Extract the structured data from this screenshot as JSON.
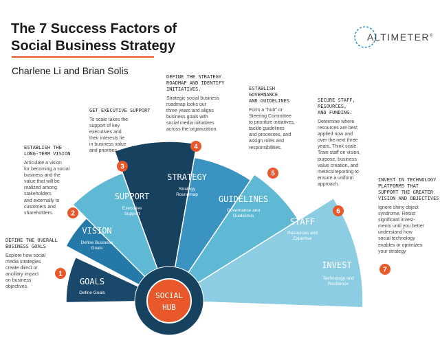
{
  "header": {
    "title_lines": [
      "The 7 Success Factors of",
      "Social Business Strategy"
    ],
    "authors": "Charlene Li and Brian Solis",
    "logo_text": "ALTIMETER",
    "logo_reg": "®"
  },
  "colors": {
    "accent": "#e8582a",
    "hub": "#e8582a",
    "navy": "#19486b",
    "ocean": "#2479a8",
    "light": "#5fb8d4",
    "dark": "#16415f",
    "medium": "#3b93c2",
    "sky": "#8ccde3"
  },
  "hub": {
    "lines": [
      "SOCIAL",
      "HUB"
    ]
  },
  "factors": [
    {
      "number": "1",
      "title": "GOALS",
      "subtitle": [
        "Define Goals"
      ],
      "note_heading": [
        "DEFINE THE OVERALL",
        "BUSINESS GOALS"
      ],
      "note_body": [
        "Explore how social",
        "media strategies",
        "create direct or",
        "ancillary impact",
        "on business",
        "objectives."
      ]
    },
    {
      "number": "2",
      "title": "VISION",
      "subtitle": [
        "Define Business",
        "Goals"
      ],
      "note_heading": [
        "ESTABLISH THE",
        "LONG-TERM VISION"
      ],
      "note_body": [
        "Articulate a vision",
        "for becoming a social",
        "business and the",
        "value that will be",
        "realized among",
        "stakeholders",
        "and externally to",
        "customers and",
        "shareholders."
      ]
    },
    {
      "number": "3",
      "title": "SUPPORT",
      "subtitle": [
        "Executive",
        "Support"
      ],
      "note_heading": [
        "GET EXECUTIVE SUPPORT"
      ],
      "note_body": [
        "To scale takes the",
        "support of key",
        "executives and",
        "their interests lie",
        "in business value",
        "and priorities."
      ]
    },
    {
      "number": "4",
      "title": "STRATEGY",
      "subtitle": [
        "Strategy",
        "Roundmap"
      ],
      "note_heading": [
        "DEFINE THE STRATEGY",
        "ROADMAP AND IDENTIFY",
        "INITIATIVES."
      ],
      "note_body": [
        "Strategic social business",
        "roadmap looks out",
        "three years and aligns",
        "business goals with",
        "social media initiatives",
        "across the organization."
      ]
    },
    {
      "number": "5",
      "title": "GUIDELINES",
      "subtitle": [
        "Governance and",
        "Guidelines"
      ],
      "note_heading": [
        "ESTABLISH",
        "GOVERNANCE",
        "AND GUIDELINES"
      ],
      "note_body": [
        "Form a \"hub\" or",
        "Steering Committee",
        "to prioritize initiatives,",
        "tackle guidelines",
        "and processes, and",
        "assign roles and",
        "responsibilities."
      ]
    },
    {
      "number": "6",
      "title": "STAFF",
      "subtitle": [
        "Resources and",
        "Expertise"
      ],
      "note_heading": [
        "SECURE STAFF,",
        "RESOURCES,",
        "AND FUNDING."
      ],
      "note_body": [
        "Determine where",
        "resources are best",
        "applied now and",
        "over the next three",
        "years. Think scale.",
        "Train staff on vision,",
        "purpose, business",
        "value creation, and",
        "metrics/reporting to",
        "ensure a uniform",
        "approach."
      ]
    },
    {
      "number": "7",
      "title": "INVEST",
      "subtitle": [
        "Technology and",
        "Resilience"
      ],
      "note_heading": [
        "INVEST IN TECHNOLOGY",
        "PLATFORMS THAT",
        "SUPPORT THE GREATER",
        "VISION AND OBJECTIVES."
      ],
      "note_body": [
        "Ignore shiny object",
        "syndrome. Resist",
        "significant invest-",
        "ments until you better",
        "understand how",
        "social technology",
        "enables or optimizes",
        "your strategy"
      ]
    }
  ]
}
